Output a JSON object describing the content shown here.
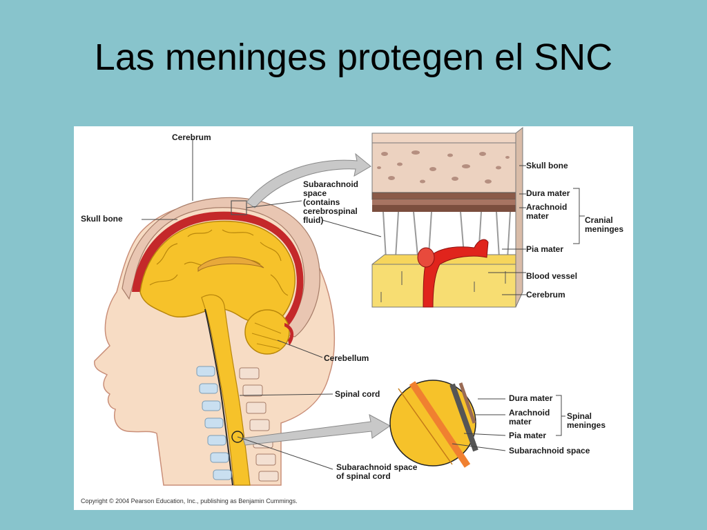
{
  "slide": {
    "title": "Las meninges protegen el SNC"
  },
  "labels": {
    "cerebrum_top": "Cerebrum",
    "skull_bone_left": "Skull bone",
    "subarachnoid_cranial": [
      "Subarachnoid",
      "space",
      "(contains",
      "cerebrospinal",
      "fluid)"
    ],
    "cerebellum": "Cerebellum",
    "spinal_cord": "Spinal cord",
    "subarachnoid_spinal": [
      "Subarachnoid space",
      "of spinal cord"
    ],
    "inset_skull_bone": "Skull bone",
    "inset_dura_mater": "Dura mater",
    "inset_arachnoid_mater": [
      "Arachnoid",
      "mater"
    ],
    "inset_pia_mater": "Pia mater",
    "inset_blood_vessel": "Blood vessel",
    "inset_cerebrum": "Cerebrum",
    "cranial_meninges": [
      "Cranial",
      "meninges"
    ],
    "spinal_dura_mater": "Dura mater",
    "spinal_arachnoid_mater": [
      "Arachnoid",
      "mater"
    ],
    "spinal_pia_mater": "Pia mater",
    "spinal_subarachnoid_space": "Subarachnoid space",
    "spinal_meninges": [
      "Spinal",
      "meninges"
    ]
  },
  "copyright": "Copyright © 2004 Pearson Education, Inc., publishing as Benjamin Cummings.",
  "colors": {
    "background": "#88c4cc",
    "brain": "#f6c22a",
    "skin": "#f7dcc4",
    "dura": "#c4282a",
    "skull": "#e9c6b2",
    "vessel": "#e0241c"
  }
}
